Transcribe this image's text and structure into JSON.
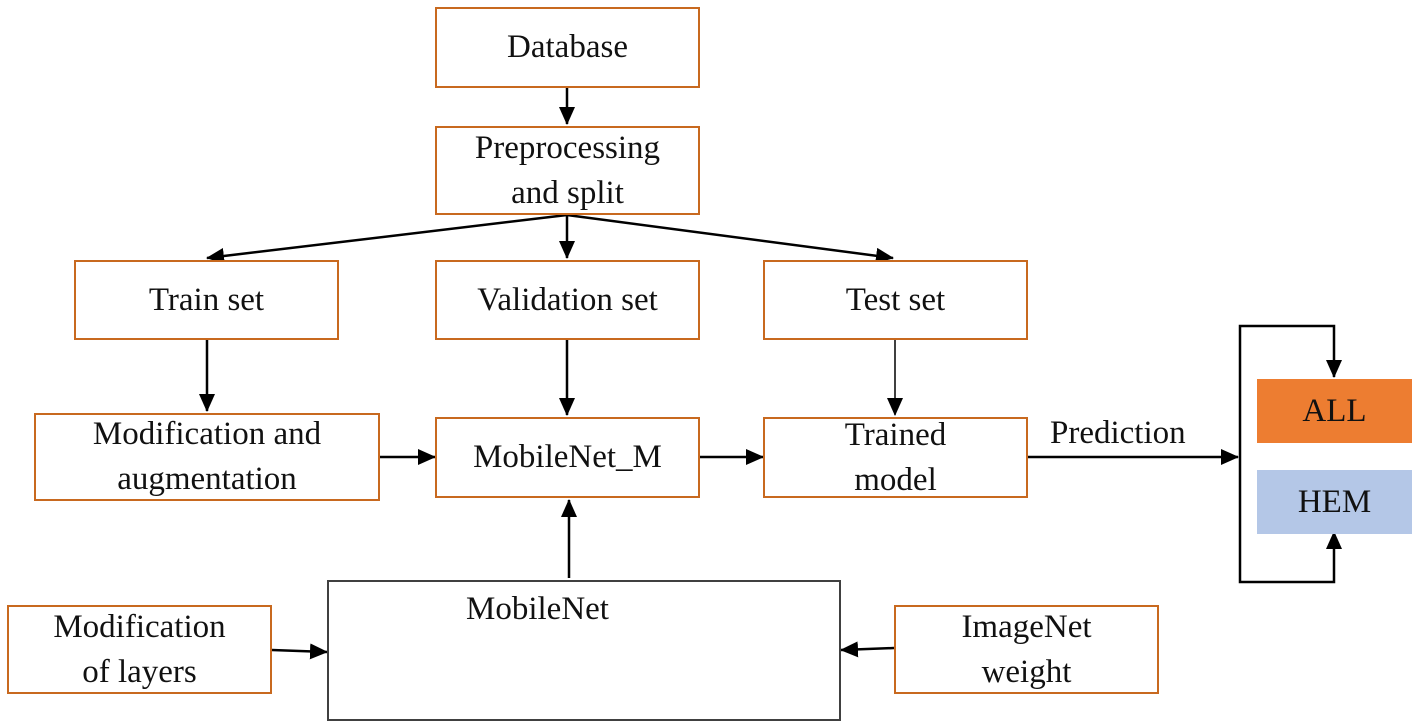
{
  "nodes": {
    "database": "Database",
    "preprocessing": [
      "Preprocessing",
      "and split"
    ],
    "train_set": "Train set",
    "validation_set": "Validation set",
    "test_set": "Test set",
    "modification_augmentation": [
      "Modification and",
      "augmentation"
    ],
    "mobilenet_m": "MobileNet_M",
    "trained_model": [
      "Trained",
      "model"
    ],
    "mobilenet": "MobileNet",
    "modification_layers": [
      "Modification",
      "of layers"
    ],
    "imagenet_weight": [
      "ImageNet",
      "weight"
    ]
  },
  "edge_labels": {
    "prediction": "Prediction"
  },
  "outputs": {
    "all": "ALL",
    "hem": "HEM"
  },
  "colors": {
    "box_border": "#c8691f",
    "container_border": "#404040",
    "all_fill": "#ed7d31",
    "hem_fill": "#b4c7e7",
    "arrow": "#000000",
    "layer_light": "#dae8f7",
    "layer_light_border": "#4a7db5",
    "layer_dark_1": "#555555",
    "layer_dark_2": "#7f7f7f"
  }
}
